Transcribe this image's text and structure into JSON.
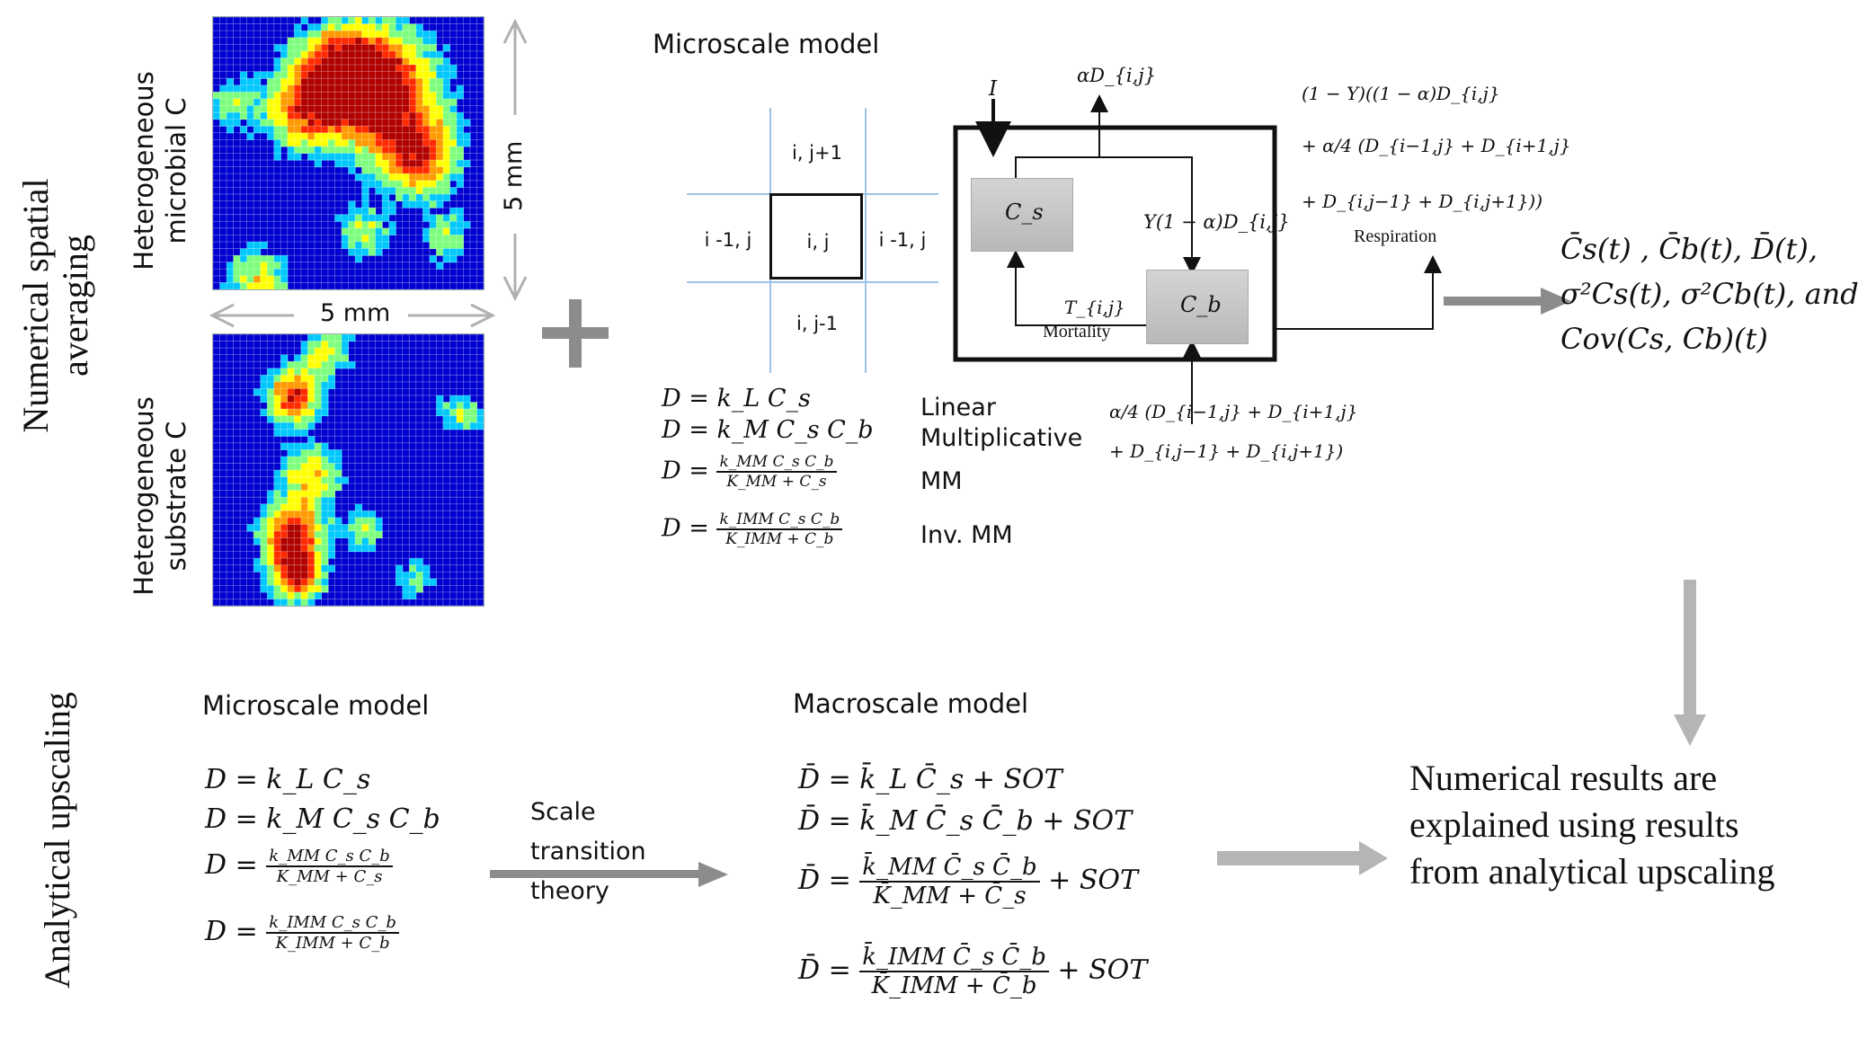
{
  "numerical_section": {
    "title_line1": "Numerical spatial",
    "title_line2": "averaging",
    "microbial_label_line1": "Heterogeneous",
    "microbial_label_line2": "microbial C",
    "substrate_label_line1": "Heterogeneous",
    "substrate_label_line2": "substrate C",
    "scale_horizontal": "5 mm",
    "scale_vertical": "5 mm",
    "plus_symbol": "+",
    "colormap": [
      "#00008f",
      "#0000ff",
      "#00ffff",
      "#ffff00",
      "#ff0000",
      "#8f0000"
    ]
  },
  "microscale_top": {
    "title": "Microscale model",
    "grid_cells": {
      "top": "i, j+1",
      "left": "i -1, j",
      "center": "i, j",
      "right": "i -1, j",
      "bottom": "i, j-1"
    },
    "equations": [
      {
        "lhs": "D",
        "rhs": "k_L C_s",
        "label": "Linear"
      },
      {
        "lhs": "D",
        "rhs": "k_M C_s C_b",
        "label": "Multiplicative"
      },
      {
        "lhs": "D",
        "num": "k_MM C_s C_b",
        "den": "K_MM + C_s",
        "label": "MM"
      },
      {
        "lhs": "D",
        "num": "k_IMM C_s C_b",
        "den": "K_IMM + C_b",
        "label": "Inv. MM"
      }
    ],
    "diagram": {
      "input_label": "I",
      "loss_label": "αD_{i,j}",
      "pool_substrate": "C_s",
      "pool_microbial": "C_b",
      "uptake_label": "Y(1 − α)D_{i,j}",
      "mortality_symbol": "T_{i,j}",
      "mortality_label": "Mortality",
      "respiration_line1": "(1 − Y)((1 − α)D_{i,j}",
      "respiration_line2": "+ α/4 (D_{i−1,j} + D_{i+1,j}",
      "respiration_line3": "+ D_{i,j−1} + D_{i,j+1}))",
      "respiration_label": "Respiration",
      "neighbor_inflow_line1": "α/4 (D_{i−1,j} + D_{i+1,j}",
      "neighbor_inflow_line2": "+ D_{i,j−1} + D_{i,j+1})"
    }
  },
  "numerical_outputs": {
    "line1": "C̄s(t) , C̄b(t), D̄(t),",
    "line2": "σ²Cs(t), σ²Cb(t), and",
    "line3": "Cov(Cs, Cb)(t)"
  },
  "analytical_section": {
    "title": "Analytical upscaling",
    "micro_title": "Microscale model",
    "micro_equations": [
      {
        "lhs": "D",
        "rhs": "k_L C_s"
      },
      {
        "lhs": "D",
        "rhs": "k_M C_s C_b"
      },
      {
        "lhs": "D",
        "num": "k_MM C_s C_b",
        "den": "K_MM + C_s"
      },
      {
        "lhs": "D",
        "num": "k_IMM C_s C_b",
        "den": "K_IMM + C_b"
      }
    ],
    "transition_line1": "Scale",
    "transition_line2": "transition",
    "transition_line3": "theory",
    "macro_title": "Macroscale model",
    "macro_equations": [
      {
        "lhs": "D̄",
        "rhs": "k̄_L C̄_s + SOT"
      },
      {
        "lhs": "D̄",
        "rhs": "k̄_M C̄_s C̄_b + SOT"
      },
      {
        "lhs": "D̄",
        "num": "k̄_MM C̄_s C̄_b",
        "den": "K̄_MM + C̄_s",
        "tail": "+ SOT"
      },
      {
        "lhs": "D̄",
        "num": "k̄_IMM C̄_s C̄_b",
        "den": "K̄_IMM + C̄_b",
        "tail": "+ SOT"
      }
    ],
    "sot_label": "SOT"
  },
  "conclusion": {
    "line1": "Numerical results are",
    "line2": "explained using results",
    "line3": "from analytical upscaling"
  },
  "colors": {
    "arrow_gray": "#a6a6a6",
    "dark_arrow_gray": "#8c8c8c",
    "grid_blue": "#9cc3e6",
    "pool_gray": "#c6c6c6"
  }
}
